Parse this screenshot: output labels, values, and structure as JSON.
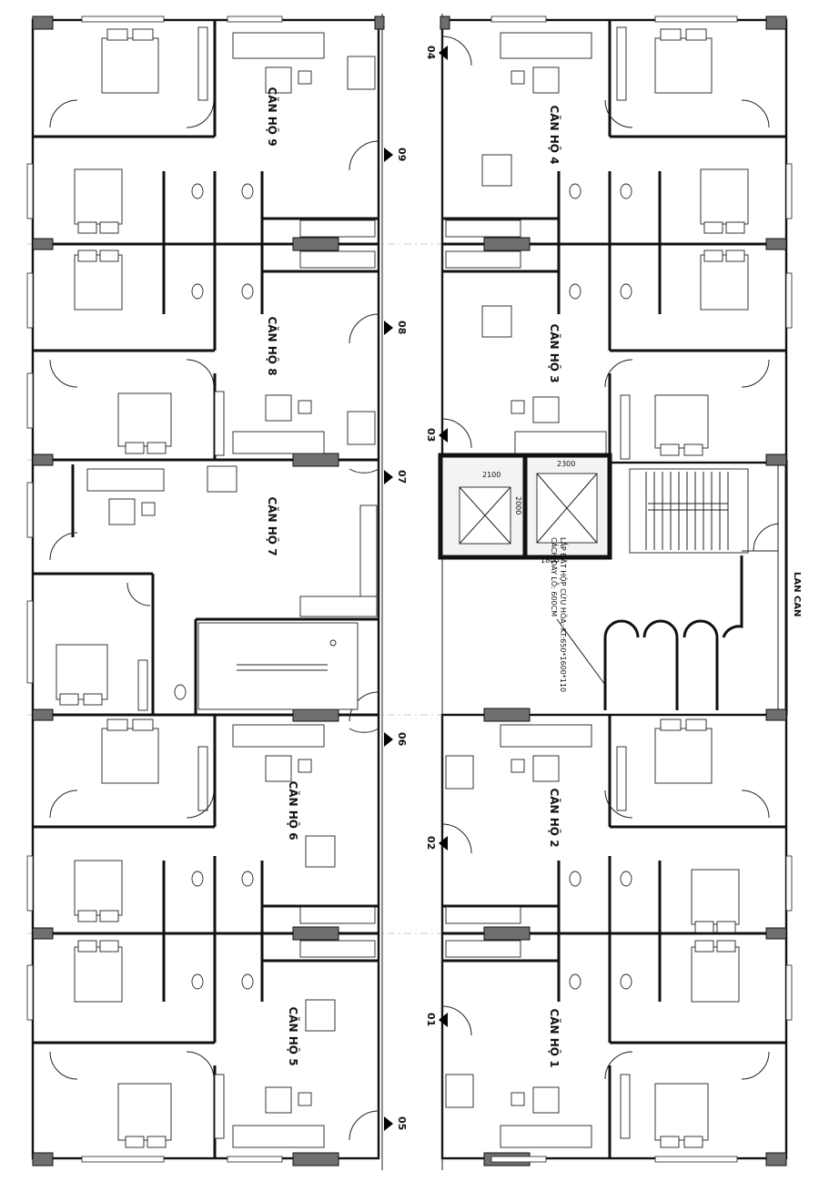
{
  "plan": {
    "apartments": [
      {
        "id": "can-ho-9",
        "label": "CĂN HỘ 9"
      },
      {
        "id": "can-ho-8",
        "label": "CĂN HỘ 8"
      },
      {
        "id": "can-ho-7",
        "label": "CĂN HỘ 7"
      },
      {
        "id": "can-ho-6",
        "label": "CĂN HỘ 6"
      },
      {
        "id": "can-ho-5",
        "label": "CĂN HỘ 5"
      },
      {
        "id": "can-ho-4",
        "label": "CĂN HỘ 4"
      },
      {
        "id": "can-ho-3",
        "label": "CĂN HỘ 3"
      },
      {
        "id": "can-ho-2",
        "label": "CĂN HỘ 2"
      },
      {
        "id": "can-ho-1",
        "label": "CĂN HỘ 1"
      }
    ],
    "doors": [
      {
        "id": "door-09",
        "label": "09"
      },
      {
        "id": "door-08",
        "label": "08"
      },
      {
        "id": "door-07",
        "label": "07"
      },
      {
        "id": "door-06",
        "label": "06"
      },
      {
        "id": "door-05",
        "label": "05"
      },
      {
        "id": "door-04",
        "label": "04"
      },
      {
        "id": "door-03",
        "label": "03"
      },
      {
        "id": "door-02",
        "label": "02"
      },
      {
        "id": "door-01",
        "label": "01"
      }
    ],
    "core": {
      "lift_width_1": "2100",
      "lift_width_2": "2300",
      "lift_depth": "2000",
      "note_line1": "LẮP ĐẶT HỘP CỨU HỎA: KT:650*1600*110",
      "note_line2": "CÁCH ĐÁY LỖ: 600CM",
      "small_dim": "1800"
    },
    "balcony_label": "LAN CAN"
  }
}
